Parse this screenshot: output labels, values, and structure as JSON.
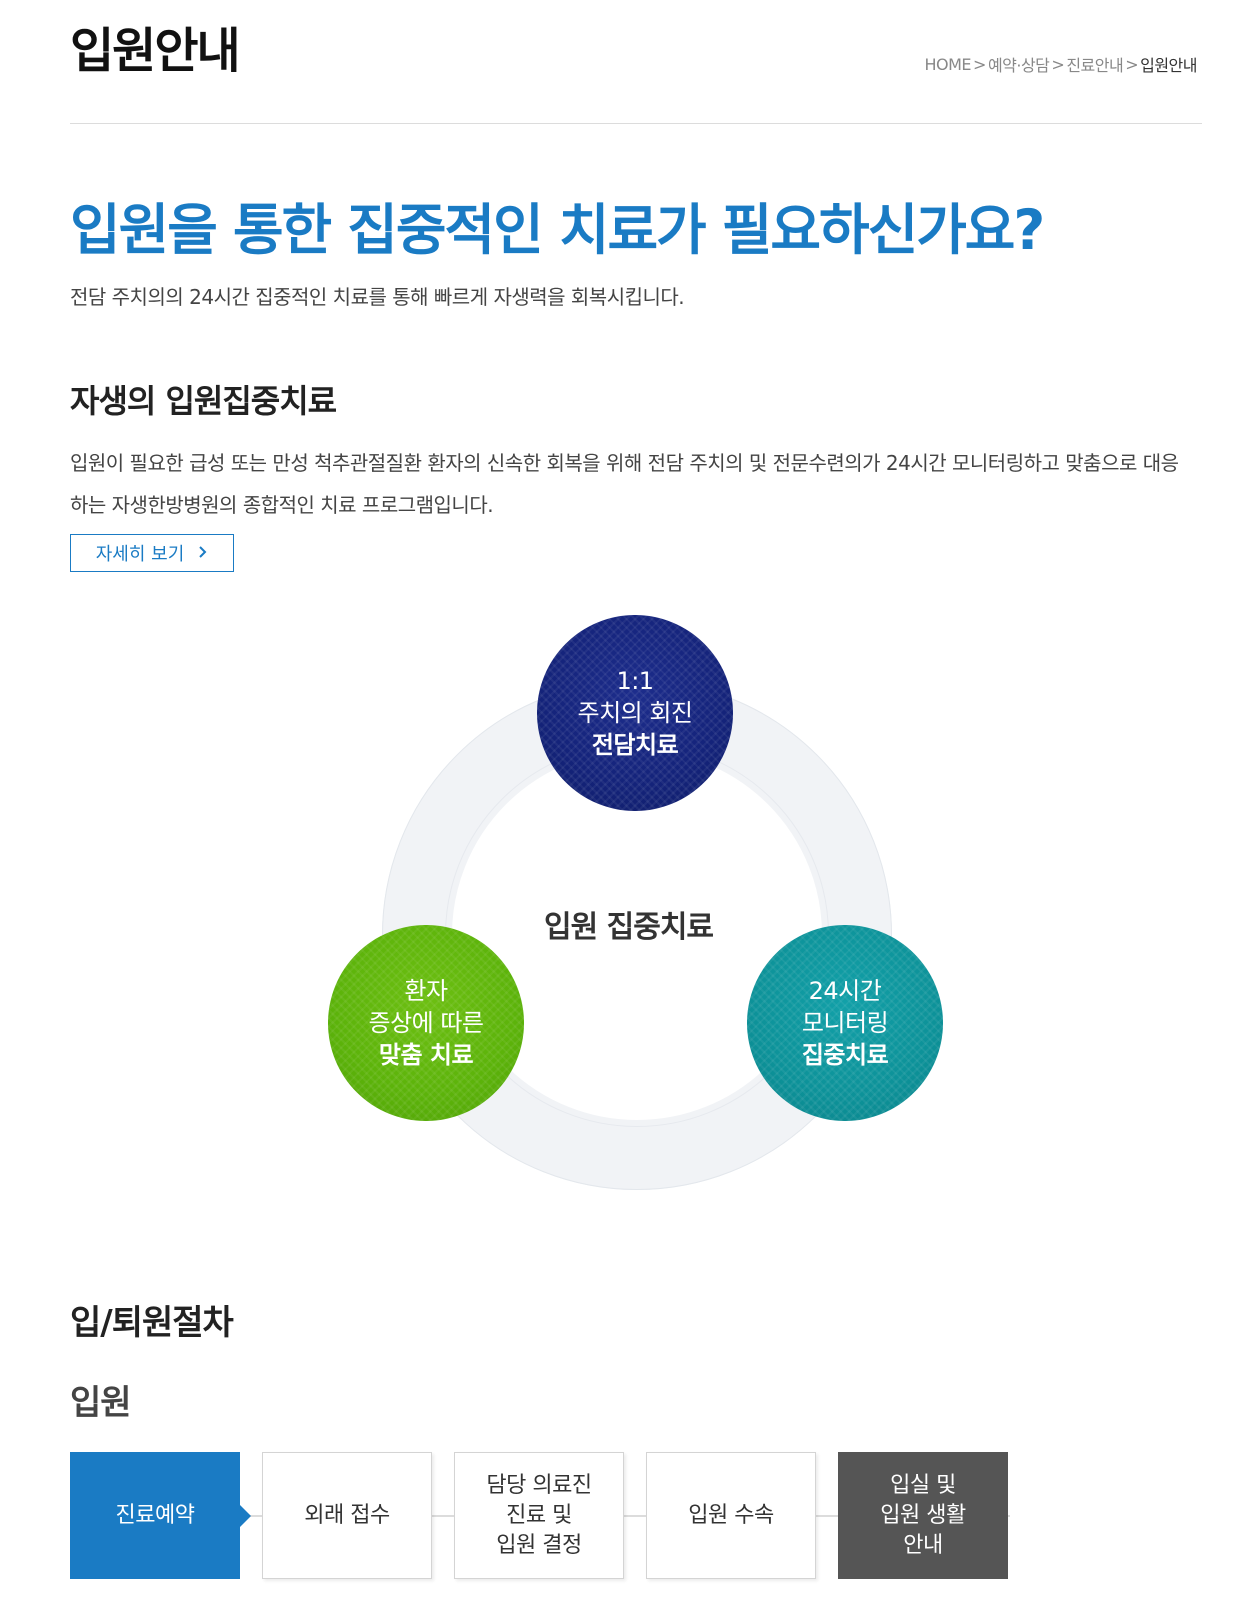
{
  "header": {
    "title": "입원안내",
    "breadcrumb": [
      "HOME",
      "예약·상담",
      "진료안내",
      "입원안내"
    ],
    "separator": ">"
  },
  "hero": {
    "heading": "입원을 통한 집중적인 치료가 필요하신가요?",
    "subtitle": "전담 주치의의 24시간 집중적인 치료를 통해 빠르게 자생력을 회복시킵니다."
  },
  "section1": {
    "title": "자생의 입원집중치료",
    "body": "입원이 필요한 급성 또는 만성 척추관절질환 환자의 신속한 회복을 위해 전담 주치의 및 전문수련의가 24시간 모니터링하고 맞춤으로 대응하는 자생한방병원의 종합적인 치료 프로그램입니다.",
    "button_label": "자세히 보기",
    "button_icon": "chevron-right-icon"
  },
  "diagram": {
    "center": "입원 집중치료",
    "top": {
      "line1": "1:1",
      "line2": "주치의 회진",
      "line3": "전담치료",
      "color": "#14237a"
    },
    "left": {
      "line1": "환자",
      "line2": "증상에 따른",
      "line3": "맞춤 치료",
      "color": "#5cb30a"
    },
    "right": {
      "line1": "24시간",
      "line2": "모니터링",
      "line3": "집중치료",
      "color": "#0d9299"
    }
  },
  "section2": {
    "title": "입/퇴원절차",
    "subtitle": "입원",
    "steps": [
      {
        "lines": [
          "진료예약"
        ]
      },
      {
        "lines": [
          "외래 접수"
        ]
      },
      {
        "lines": [
          "담당 의료진",
          "진료 및",
          "입원 결정"
        ]
      },
      {
        "lines": [
          "입원 수속"
        ]
      },
      {
        "lines": [
          "입실 및",
          "입원 생활",
          "안내"
        ]
      }
    ]
  },
  "colors": {
    "accent": "#1a7bc4",
    "dark_step": "#555555"
  }
}
